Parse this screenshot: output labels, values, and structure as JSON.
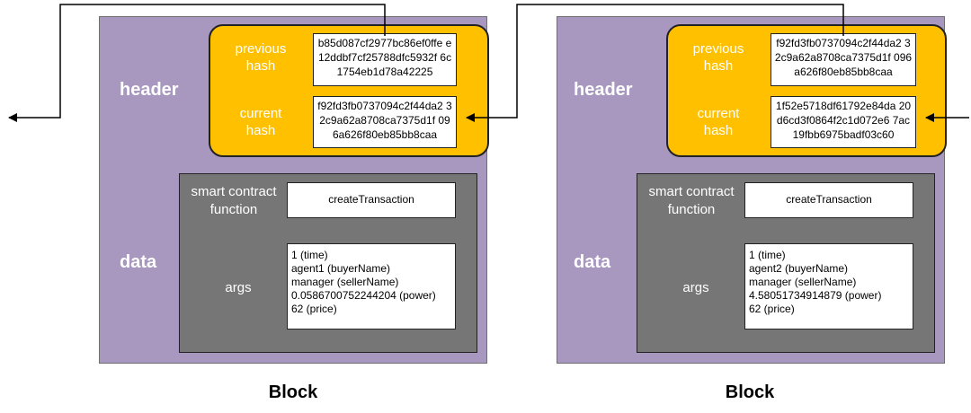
{
  "blocks": [
    {
      "header_label": "header",
      "data_label": "data",
      "previous_hash_label": [
        "previous",
        "hash"
      ],
      "current_hash_label": [
        "current",
        "hash"
      ],
      "previous_hash": "b85d087cf2977bc86ef0ffe e12ddbf7cf25788dfc5932f 6c1754eb1d78a42225",
      "current_hash": "f92fd3fb0737094c2f44da2 32c9a62a8708ca7375d1f 096a626f80eb85bb8caa",
      "function_label": [
        "smart contract",
        "function"
      ],
      "function_name": "createTransaction",
      "args_label": "args",
      "args": [
        "1 (time)",
        "agent1 (buyerName)",
        "manager (sellerName)",
        "0.0586700752244204 (power)",
        "62 (price)"
      ],
      "caption": "Block"
    },
    {
      "header_label": "header",
      "data_label": "data",
      "previous_hash_label": [
        "previous",
        "hash"
      ],
      "current_hash_label": [
        "current",
        "hash"
      ],
      "previous_hash": "f92fd3fb0737094c2f44da2 32c9a62a8708ca7375d1f 096a626f80eb85bb8caa",
      "current_hash": "1f52e5718df61792e84da 20d6cd3f0864f2c1d072e6 7ac19fbb6975badf03c60",
      "function_label": [
        "smart contract",
        "function"
      ],
      "function_name": "createTransaction",
      "args_label": "args",
      "args": [
        "1 (time)",
        "agent2 (buyerName)",
        "manager (sellerName)",
        "4.58051734914879 (power)",
        "62 (price)"
      ],
      "caption": "Block"
    }
  ],
  "colors": {
    "block_background": "#a897bf",
    "header_background": "#ffc000",
    "data_background": "#767676",
    "box_background": "#ffffff"
  }
}
